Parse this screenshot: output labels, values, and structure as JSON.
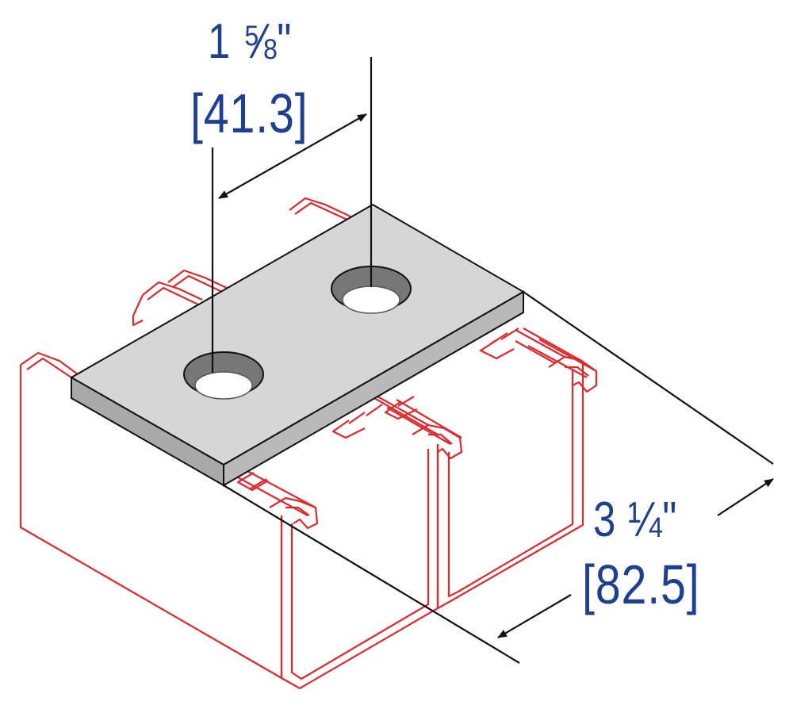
{
  "diagram": {
    "dimension_width": {
      "imperial": "1 ⅝\"",
      "metric": "[41.3]"
    },
    "dimension_length": {
      "imperial": "3 ¼\"",
      "metric": "[82.5]"
    }
  },
  "colors": {
    "channel_outline": "#e0282e",
    "plate_top": "#d6d6d6",
    "plate_edge": "#a9a9a9",
    "hole_fill": "#7a7a7a",
    "dimension_line": "#111111",
    "dimension_text": "#1f3f8f"
  }
}
